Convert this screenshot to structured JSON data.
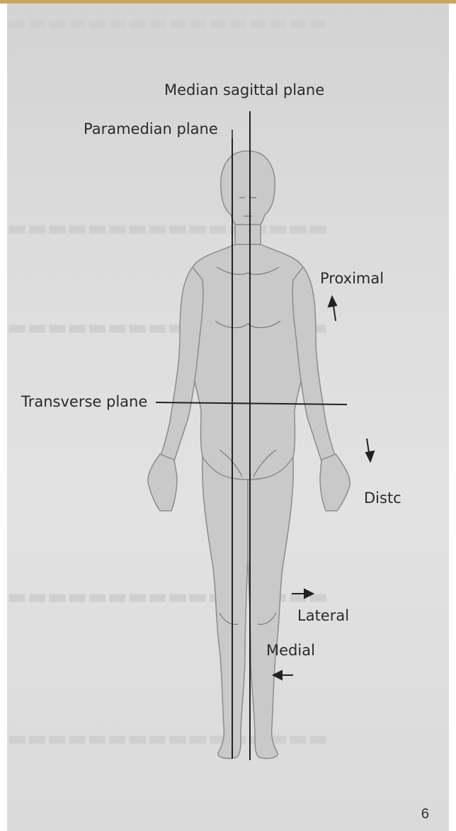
{
  "diagram": {
    "labels": {
      "median_sagittal": "Median sagittal plane",
      "paramedian": "Paramedian plane",
      "transverse": "Transverse plane",
      "proximal": "Proximal",
      "distal": "Distc",
      "lateral": "Lateral",
      "medial": "Medial"
    }
  },
  "page": {
    "number": "6"
  },
  "colors": {
    "figure_fill": "#c8c8c8",
    "figure_stroke": "#8a8a8a",
    "line": "#222222",
    "background": "#dedede",
    "accent_bar": "#c9a46a"
  }
}
